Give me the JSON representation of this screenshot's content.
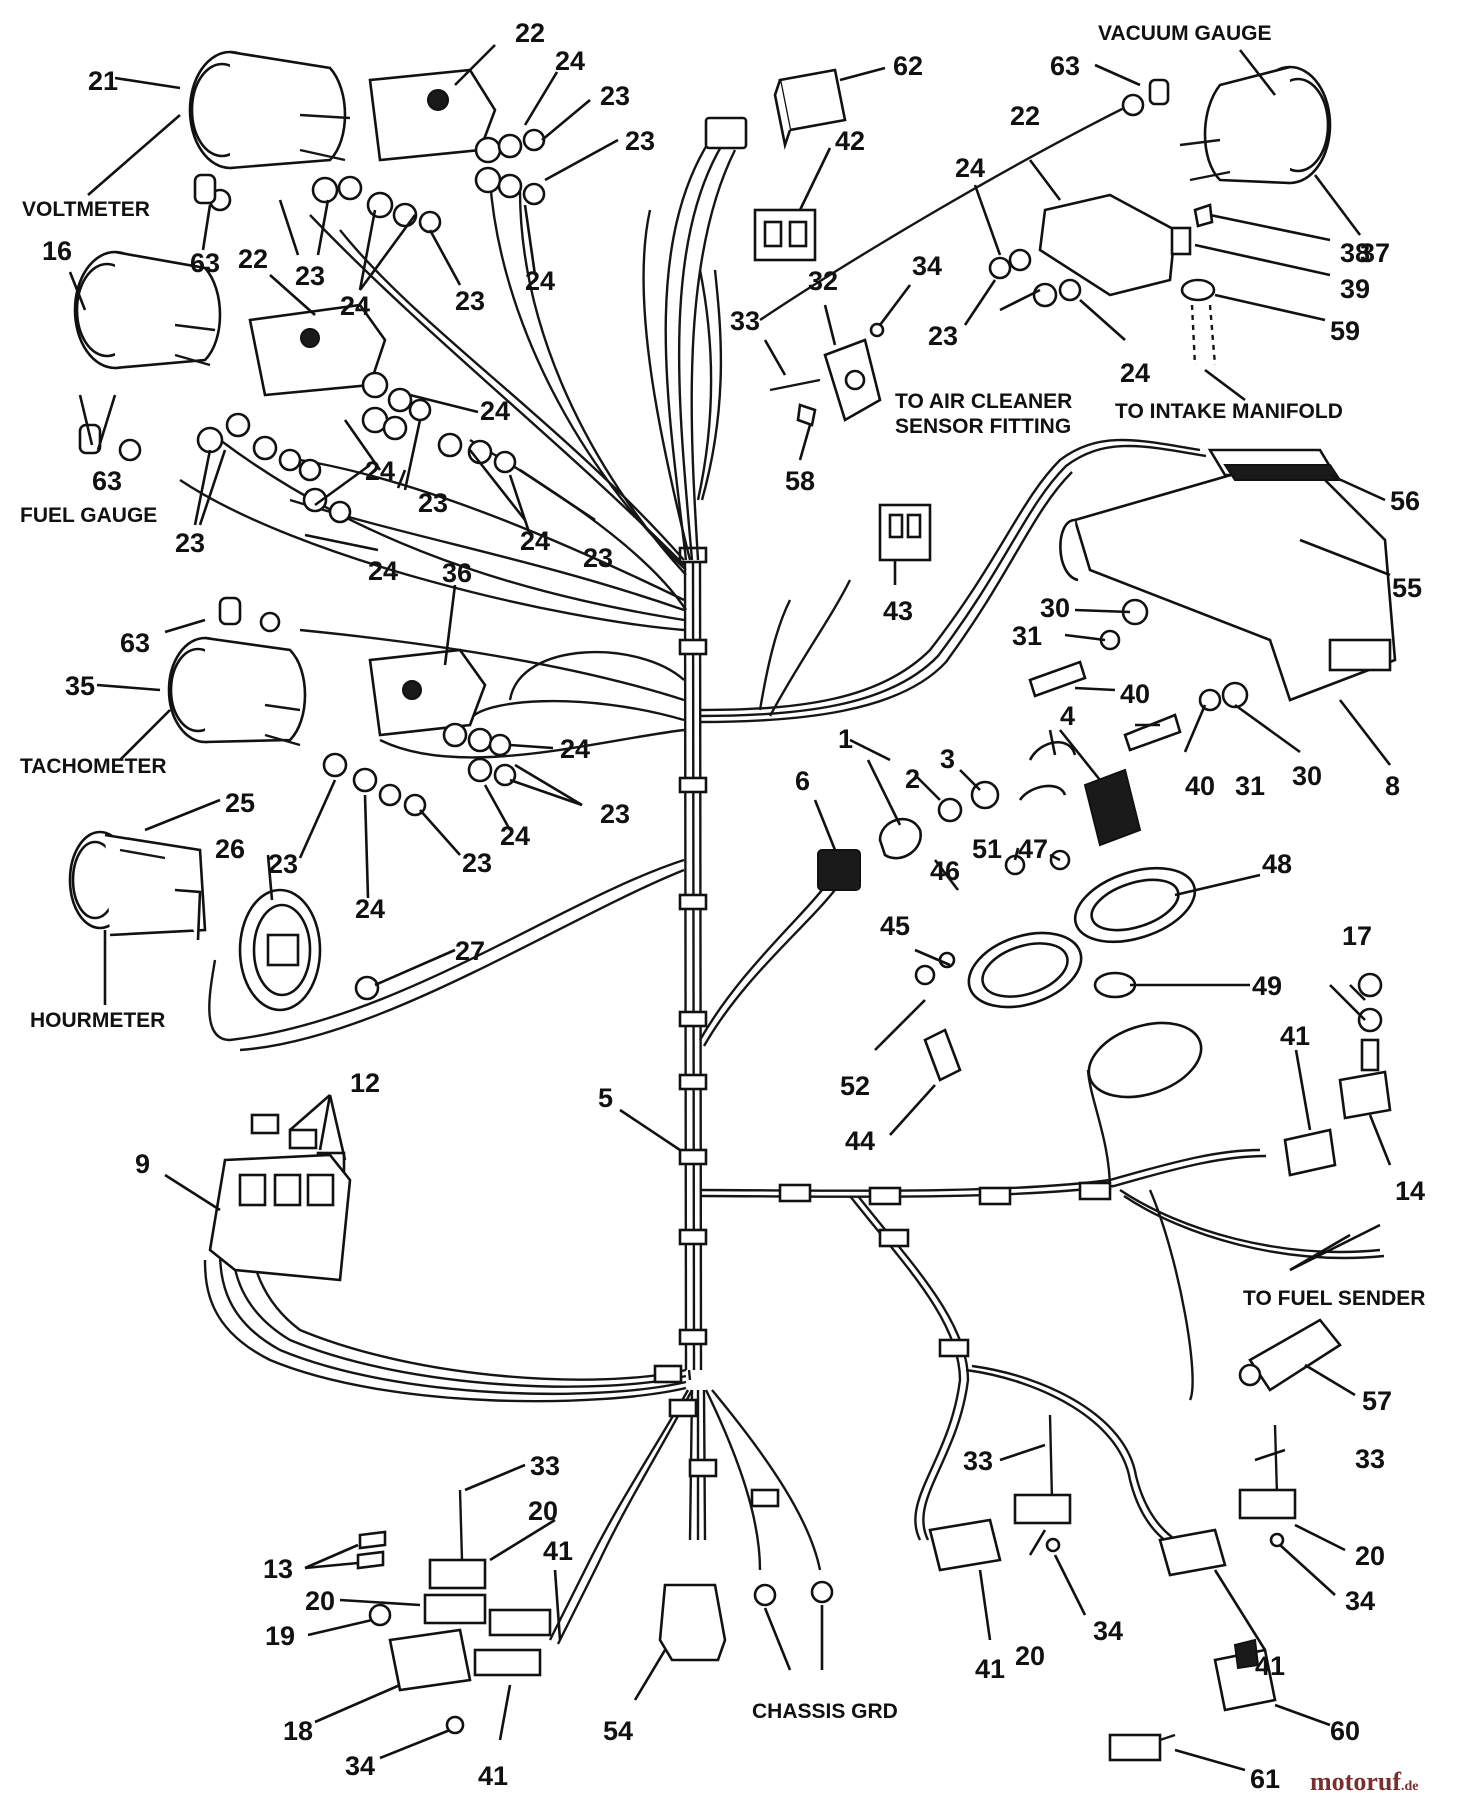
{
  "captions": {
    "voltmeter": "VOLTMETER",
    "fuel_gauge": "FUEL GAUGE",
    "tachometer": "TACHOMETER",
    "hourmeter": "HOURMETER",
    "vacuum_gauge": "VACUUM GAUGE",
    "to_air_cleaner_1": "TO AIR CLEANER",
    "to_air_cleaner_2": "SENSOR FITTING",
    "to_intake_manifold": "TO INTAKE MANIFOLD",
    "to_fuel_sender": "TO FUEL SENDER",
    "chassis_grd": "CHASSIS GRD"
  },
  "watermark": {
    "main": "motoruf",
    "suffix": ".de"
  },
  "callouts": {
    "c21": "21",
    "c22a": "22",
    "c24a": "24",
    "c23a": "23",
    "c23b": "23",
    "c63a": "63",
    "c23c": "23",
    "c24b": "24",
    "c23d": "23",
    "c24c": "24",
    "c16": "16",
    "c22b": "22",
    "c24d": "24",
    "c63b": "63",
    "c23e": "23",
    "c24e": "24",
    "c23f": "23",
    "c24f": "24",
    "c24g": "24",
    "c23g": "23",
    "c36": "36",
    "c63c": "63",
    "c35": "35",
    "c24h": "24",
    "c23h": "23",
    "c23i": "23",
    "c24i": "24",
    "c23j": "23",
    "c24j": "24",
    "c25": "25",
    "c26": "26",
    "c27": "27",
    "c62": "62",
    "c42": "42",
    "c33a": "33",
    "c32": "32",
    "c34a": "34",
    "c58": "58",
    "c43": "43",
    "c63d": "63",
    "c22c": "22",
    "c24k": "24",
    "c23k": "23",
    "c24l": "24",
    "c37": "37",
    "c38": "38",
    "c39": "39",
    "c59": "59",
    "c56": "56",
    "c55": "55",
    "c30a": "30",
    "c31a": "31",
    "c40a": "40",
    "c40b": "40",
    "c31b": "31",
    "c30b": "30",
    "c8": "8",
    "c1": "1",
    "c2": "2",
    "c3": "3",
    "c4": "4",
    "c6": "6",
    "c51": "51",
    "c47": "47",
    "c46": "46",
    "c48": "48",
    "c45": "45",
    "c49": "49",
    "c52": "52",
    "c44": "44",
    "c17": "17",
    "c41a": "41",
    "c14": "14",
    "c5": "5",
    "c12": "12",
    "c9": "9",
    "c57": "57",
    "c33b": "33",
    "c20a": "20",
    "c13": "13",
    "c20b": "20",
    "c41b": "41",
    "c19": "19",
    "c18": "18",
    "c34b": "34",
    "c41c": "41",
    "c54": "54",
    "c33c": "33",
    "c20c": "20",
    "c34c": "34",
    "c41d": "41",
    "c33d": "33",
    "c20d": "20",
    "c34d": "34",
    "c41e": "41",
    "c60": "60",
    "c61": "61"
  }
}
